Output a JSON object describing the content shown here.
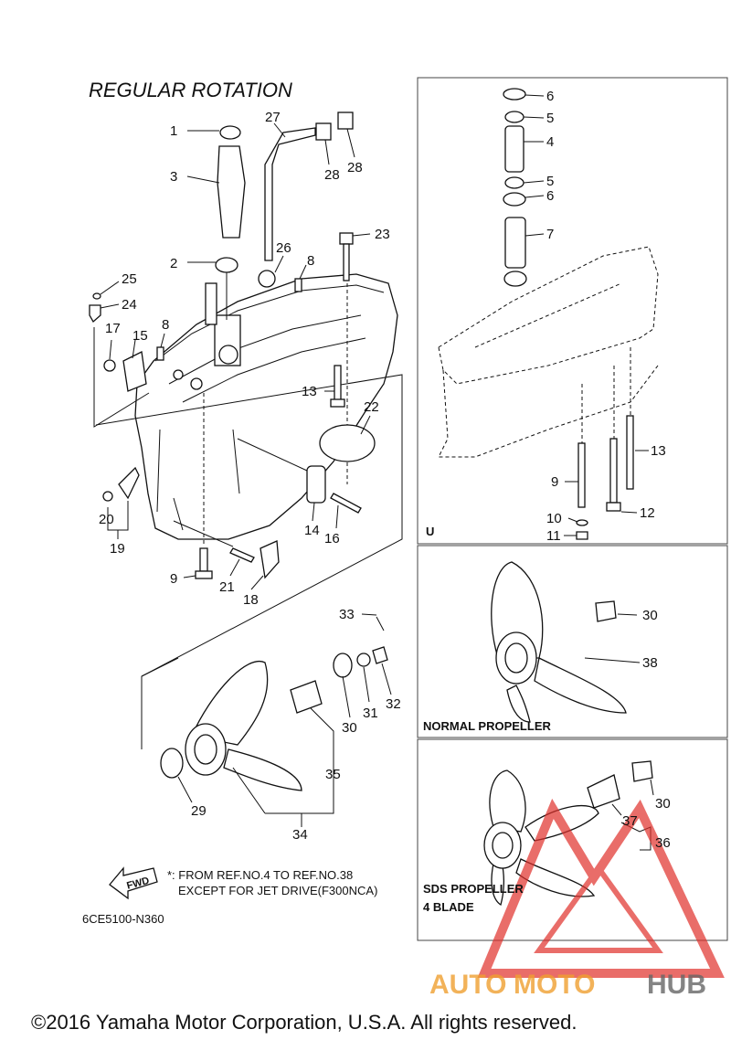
{
  "title": "REGULAR ROTATION",
  "callouts": {
    "n1": "1",
    "n2": "2",
    "n3": "3",
    "n4a": "4",
    "n5a": "5",
    "n5b": "5",
    "n6a": "6",
    "n6b": "6",
    "n7": "7",
    "n8a": "8",
    "n8b": "8",
    "n9a": "9",
    "n9b": "9",
    "n10": "10",
    "n11": "11",
    "n12": "12",
    "n13a": "13",
    "n13b": "13",
    "n14": "14",
    "n15": "15",
    "n16": "16",
    "n17": "17",
    "n18": "18",
    "n19": "19",
    "n20": "20",
    "n21": "21",
    "n22": "22",
    "n23": "23",
    "n24": "24",
    "n25": "25",
    "n26": "26",
    "n27": "27",
    "n28a": "28",
    "n28b": "28",
    "n29": "29",
    "n30a": "30",
    "n30b": "30",
    "n30c": "30",
    "n31": "31",
    "n32": "32",
    "n33": "33",
    "n34": "34",
    "n35": "35",
    "n36": "36",
    "n37": "37",
    "n38": "38"
  },
  "panels": {
    "u_label": "U",
    "normal_propeller": "NORMAL PROPELLER",
    "sds_line1": "SDS PROPELLER",
    "sds_line2": "4 BLADE"
  },
  "note": {
    "line1": "*: FROM REF.NO.4 TO REF.NO.38",
    "line2": "EXCEPT FOR JET DRIVE(F300NCA)"
  },
  "fwd": "FWD",
  "part_code": "6CE5100-N360",
  "watermark": {
    "auto": "AUTO",
    "moto": "MOTO",
    "hub": "HUB"
  },
  "copyright": "©2016 Yamaha Motor Corporation, U.S.A. All rights reserved.",
  "colors": {
    "watermark_red": "#e0302b",
    "watermark_orange": "#f0a030",
    "watermark_gray": "#666666"
  }
}
